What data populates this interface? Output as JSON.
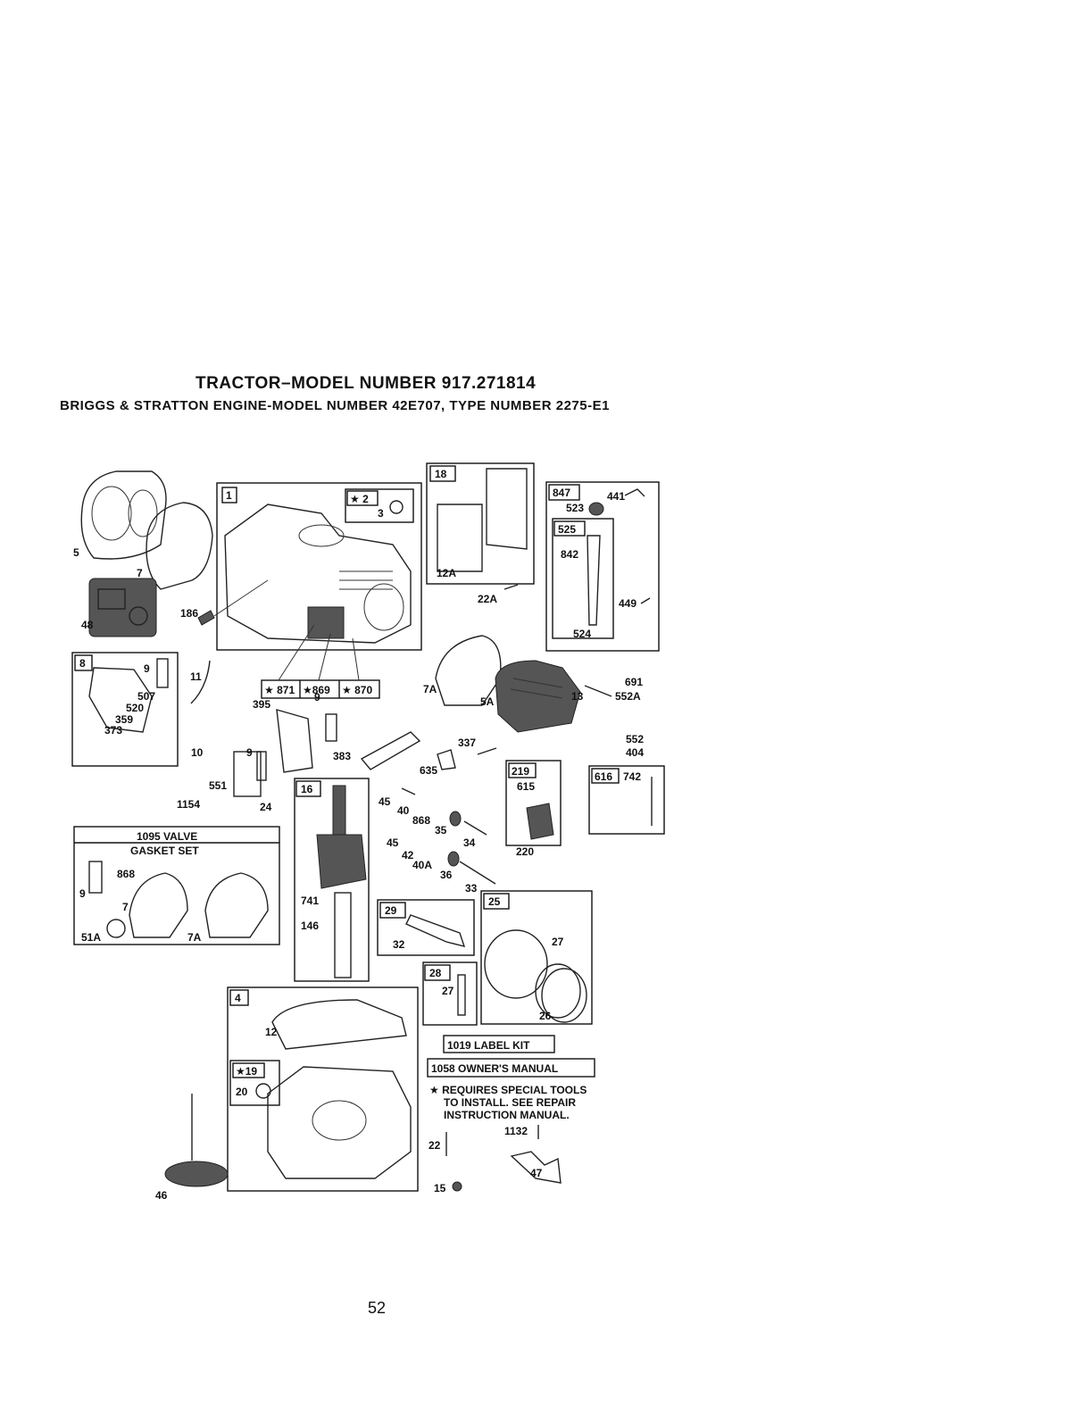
{
  "header": {
    "title": "TRACTOR–MODEL NUMBER 917.271814",
    "subtitle": "BRIGGS & STRATTON ENGINE-MODEL NUMBER 42E707, TYPE NUMBER 2275-E1"
  },
  "boxed_labels": {
    "b1": "1",
    "b2": "★ 2",
    "b18": "18",
    "b847": "847",
    "b525": "525",
    "b8": "8",
    "b871": "★ 871",
    "b869": "★869",
    "b870": "★ 870",
    "b16": "16",
    "b219": "219",
    "b616": "616",
    "b29": "29",
    "b25": "25",
    "b28": "28",
    "b4": "4",
    "b19": "★19",
    "b1019": "1019 LABEL KIT",
    "b1058": "1058 OWNER'S MANUAL"
  },
  "kit": {
    "line1": "1095 VALVE",
    "line2": "GASKET SET"
  },
  "note": {
    "line1": "★ REQUIRES SPECIAL TOOLS",
    "line2": "TO INSTALL.  SEE REPAIR",
    "line3": "INSTRUCTION MANUAL."
  },
  "parts": {
    "p5": "5",
    "p7": "7",
    "p48": "48",
    "p186": "186",
    "p3": "3",
    "p12A": "12A",
    "p22A": "22A",
    "p441": "441",
    "p523": "523",
    "p842": "842",
    "p449": "449",
    "p524": "524",
    "p9a": "9",
    "p507": "507",
    "p520": "520",
    "p359": "359",
    "p373": "373",
    "p11": "11",
    "p395": "395",
    "p9b": "9",
    "p10": "10",
    "p9c": "9",
    "p383": "383",
    "p551": "551",
    "p1154": "1154",
    "p24": "24",
    "p7A": "7A",
    "p5A": "5A",
    "p13": "13",
    "p337": "337",
    "p635": "635",
    "p691": "691",
    "p552A": "552A",
    "p552": "552",
    "p404": "404",
    "p615": "615",
    "p742": "742",
    "p220": "220",
    "p45a": "45",
    "p40": "40",
    "p868a": "868",
    "p35": "35",
    "p34": "34",
    "p45b": "45",
    "p42": "42",
    "p40A": "40A",
    "p36": "36",
    "p33": "33",
    "p868b": "868",
    "p9d": "9",
    "p7b": "7",
    "p51A": "51A",
    "p7Ab": "7A",
    "p741": "741",
    "p146": "146",
    "p32": "32",
    "p27G": "27",
    "p26": "26",
    "p27": "27",
    "p12": "12",
    "p20": "20",
    "p22": "22",
    "p1132": "1132",
    "p47": "47",
    "p15": "15",
    "p46": "46"
  },
  "page_number": "52"
}
